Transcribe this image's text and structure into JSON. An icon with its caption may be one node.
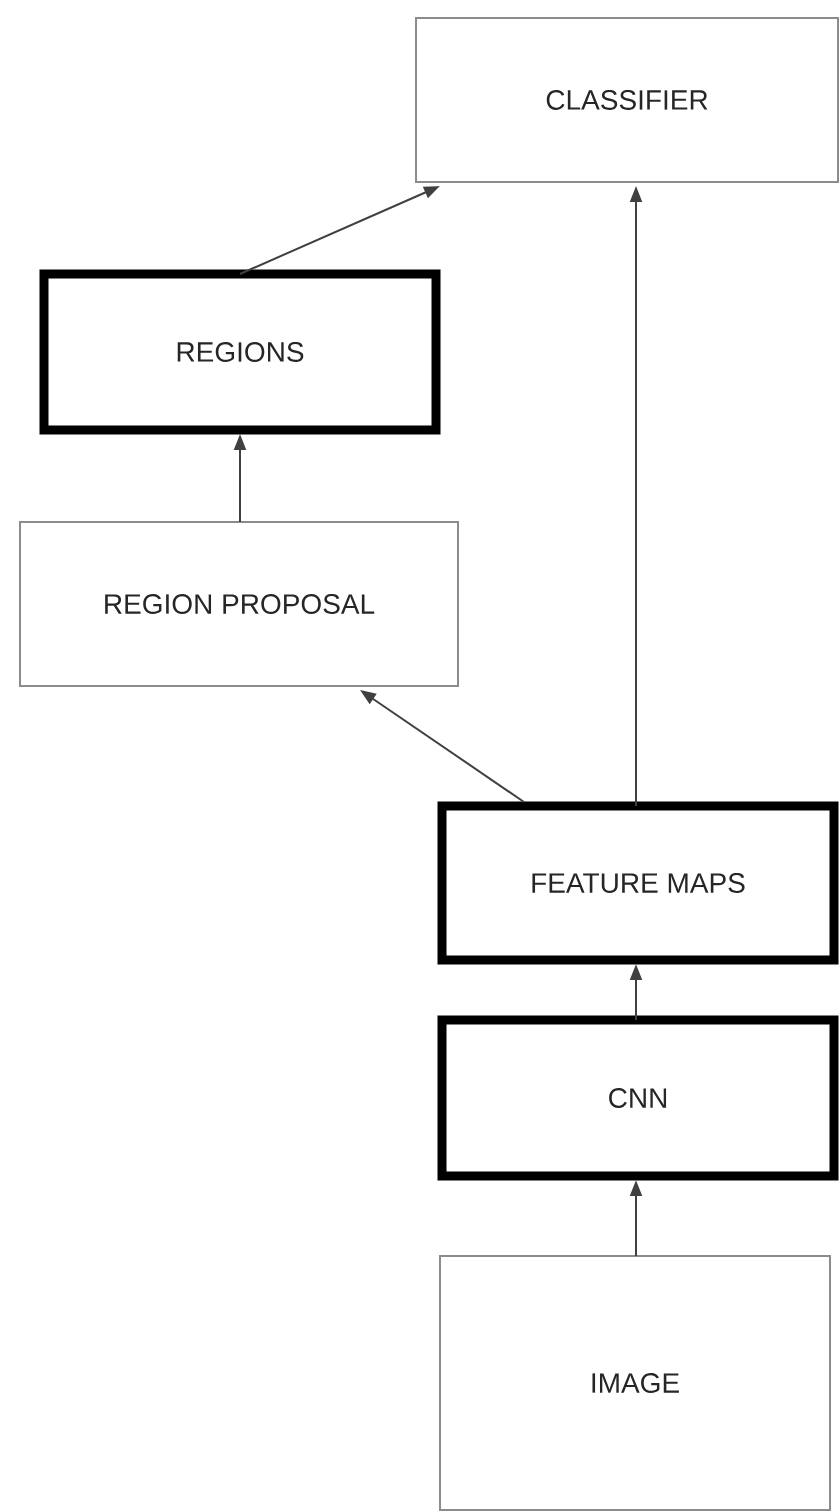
{
  "diagram": {
    "nodes": [
      {
        "text": [
          "CLASSIFIER"
        ]
      },
      {
        "text": [
          "REGIONS"
        ]
      },
      {
        "text": [
          "REGION PROPOSAL"
        ]
      },
      {
        "text": [
          "FEATURE MAPS"
        ]
      },
      {
        "text": [
          "CNN"
        ]
      },
      {
        "text": [
          "IMAGE"
        ]
      }
    ],
    "edges": [
      {
        "from": 5,
        "to": 4,
        "arrow": "to"
      },
      {
        "from": 4,
        "to": 3,
        "arrow": "to"
      },
      {
        "from": 3,
        "to": 0,
        "arrow": "to"
      },
      {
        "from": 3,
        "to": 2,
        "arrow": "to"
      },
      {
        "from": 2,
        "to": 1,
        "arrow": "to"
      },
      {
        "from": 1,
        "to": 0,
        "arrow": "to"
      }
    ]
  }
}
